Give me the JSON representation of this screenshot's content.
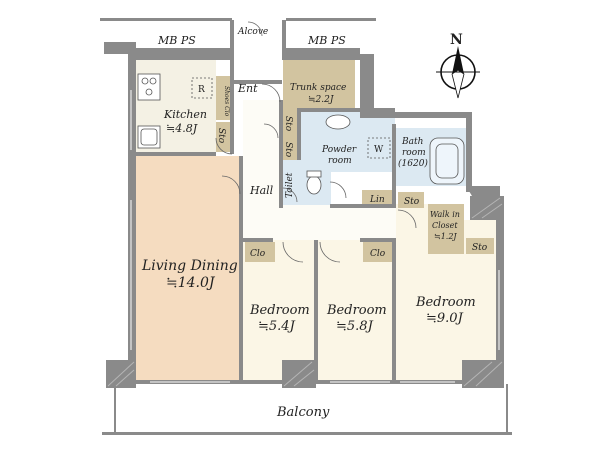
{
  "labels": {
    "mb_ps_left": "MB PS",
    "mb_ps_right": "MB PS",
    "alcove": "Alcove",
    "north": "N",
    "ent": "Ent",
    "trunk_space": "Trunk space",
    "trunk_size": "≒2.2J",
    "kitchen": "Kitchen",
    "kitchen_size": "≒4.8J",
    "refrigerator": "R",
    "shoe_closet": "Shoes Clo",
    "sto_kitchen": "Sto",
    "sto_hall_1": "Sto",
    "sto_hall_2": "Sto",
    "powder_room_1": "Powder",
    "powder_room_2": "room",
    "washer": "W",
    "bath_room_1": "Bath",
    "bath_room_2": "room",
    "bath_room_3": "(1620)",
    "toilet": "Toilet",
    "hall": "Hall",
    "lin": "Lin",
    "sto_bath": "Sto",
    "walk_in_closet_1": "Walk in",
    "walk_in_closet_2": "Closet",
    "walk_in_closet_size": "≒1.2J",
    "sto_bedroom3": "Sto",
    "living_dining": "Living Dining",
    "living_dining_size": "≒14.0J",
    "clo_bedroom1": "Clo",
    "clo_bedroom2": "Clo",
    "bedroom1": "Bedroom",
    "bedroom1_size": "≒5.4J",
    "bedroom2": "Bedroom",
    "bedroom2_size": "≒5.8J",
    "bedroom3": "Bedroom",
    "bedroom3_size": "≒9.0J",
    "balcony": "Balcony"
  },
  "colors": {
    "wall": "#8a8a8a",
    "living_floor": "#f5dcc0",
    "bedroom_floor": "#fbf6e6",
    "wet_area": "#dce9f2",
    "storage": "#d2c4a0",
    "kitchen_floor": "#f4f1e4"
  }
}
